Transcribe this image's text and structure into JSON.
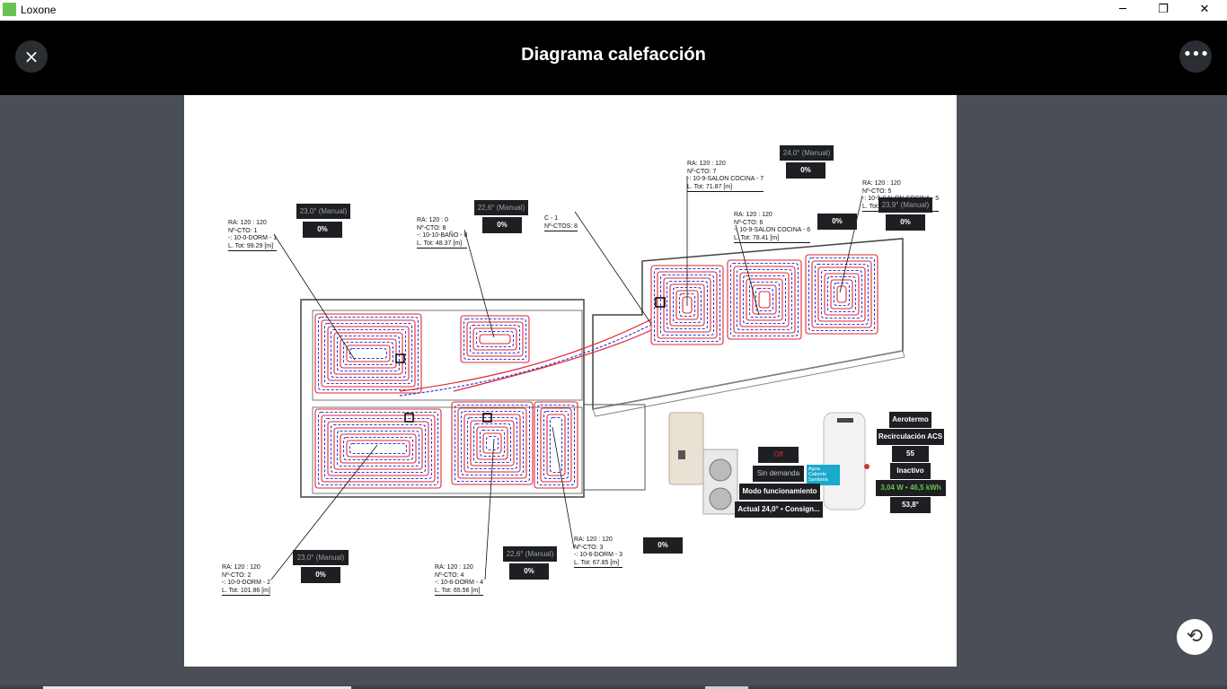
{
  "window": {
    "app_name": "Loxone",
    "minimize": "─",
    "restore": "❐",
    "close": "✕"
  },
  "header": {
    "title": "Diagrama calefacción",
    "close_icon": "×",
    "more_icon": "•••"
  },
  "circuits": [
    {
      "id": "c1",
      "lines": [
        "RA: 120 : 120",
        "Nº-CTO: 1",
        "-: 10-0-DORM - 1",
        "L. Tot: 99.29 [m]"
      ],
      "setpoint": "23,0° (Manual)",
      "valve": "0%"
    },
    {
      "id": "c8",
      "lines": [
        "RA: 120 : 0",
        "Nº-CTO: 8",
        "-: 10-10-BAÑO - 8",
        "L. Tot: 48.37 [m]"
      ],
      "setpoint": "22,6° (Manual)",
      "valve": "0%"
    },
    {
      "id": "c7",
      "lines": [
        "RA: 120 : 120",
        "Nº-CTO: 7",
        "-: 10-9-SALON COCINA - 7",
        "L. Tot: 71.87 [m]"
      ],
      "setpoint": "24,0° (Manual)",
      "valve": "0%"
    },
    {
      "id": "c6",
      "lines": [
        "RA: 120 : 120",
        "Nº-CTO: 6",
        "-: 10-9-SALON COCINA - 6",
        "L. Tot: 78.41 [m]"
      ],
      "valve": "0%"
    },
    {
      "id": "c5",
      "lines": [
        "RA: 120 : 120",
        "Nº-CTO: 5",
        "-: 10-9-SALON COCINA - 5",
        "L. Tot: 77.07 [m]"
      ],
      "setpoint": "23,9° (Manual)",
      "valve": "0%"
    },
    {
      "id": "c2",
      "lines": [
        "RA: 120 : 120",
        "Nº-CTO: 2",
        "-: 10-0-DORM - 2",
        "L. Tot: 101.86 [m]"
      ],
      "setpoint": "23,0° (Manual)",
      "valve": "0%"
    },
    {
      "id": "c4",
      "lines": [
        "RA: 120 : 120",
        "Nº-CTO: 4",
        "-: 10-6-DORM - 4",
        "L. Tot: 65.56 [m]"
      ],
      "setpoint": "22,6° (Manual)",
      "valve": "0%"
    },
    {
      "id": "c3",
      "lines": [
        "RA: 120 : 120",
        "Nº-CTO: 3",
        "-: 10-6-DORM - 3",
        "L. Tot: 67.85 [m]"
      ],
      "valve": "0%"
    }
  ],
  "collector": {
    "lines": [
      "C - 1",
      "Nº-CTOS: 8"
    ]
  },
  "heatpump": {
    "state": "Off",
    "demand": "Sin demanda",
    "mode_label": "Modo funcionamiento",
    "setpoint_summary": "Actual 24,0° • Consign...",
    "acs_badge": "Agua Caliente Sanitaria",
    "aerotermo": "Aerotermo",
    "recirc": "Recirculación ACS",
    "recirc_value": "55",
    "recirc_state": "Inactivo",
    "power": "3,04 W • 46,5 kWh",
    "tank_temp": "53,8°"
  },
  "colors": {
    "supply": "#e3262d",
    "return": "#2f3ad6",
    "accent": "#69c350",
    "acs": "#1ba9cc"
  },
  "refresh_icon": "⟲"
}
